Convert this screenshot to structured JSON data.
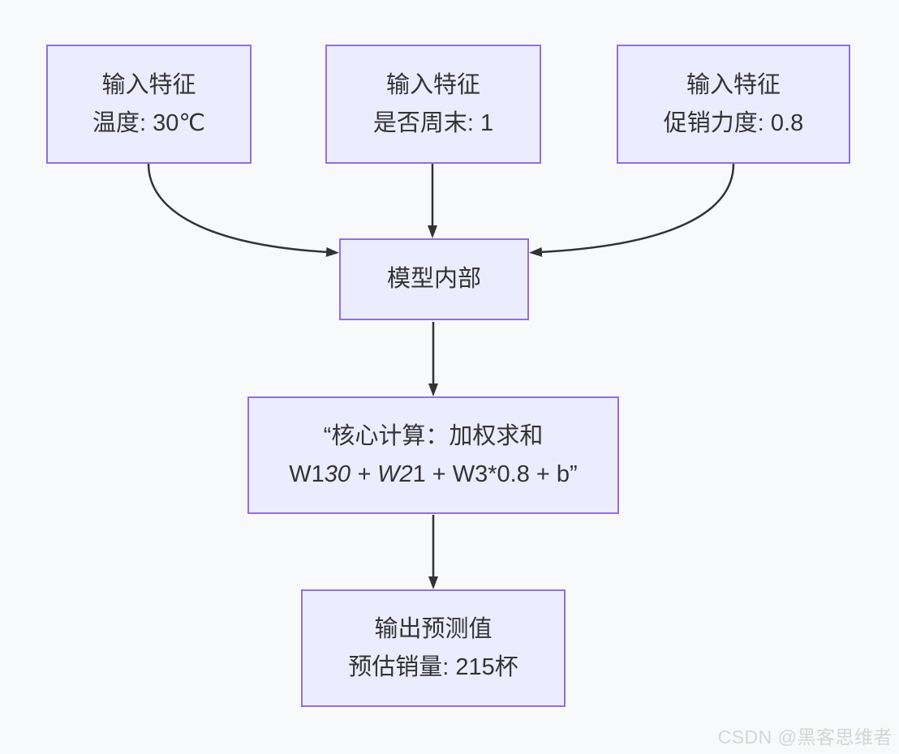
{
  "colors": {
    "background": "#f8f9fb",
    "node_fill": "#ececff",
    "node_border": "#9370db",
    "edge_color": "#333333",
    "text_color": "#333333",
    "watermark_color": "#d6d6d1"
  },
  "diagram": {
    "nodes": {
      "input1": {
        "lines": [
          "输入特征",
          "温度: 30℃"
        ]
      },
      "input2": {
        "lines": [
          "输入特征",
          "是否周末: 1"
        ]
      },
      "input3": {
        "lines": [
          "输入特征",
          "促销力度: 0.8"
        ]
      },
      "model": {
        "lines": [
          "模型内部"
        ]
      },
      "core": {
        "line1": "“核心计算：加权求和",
        "formula_pre": "W1",
        "formula_italic": "30 + W2",
        "formula_post": "1 + W3*0.8 + b”"
      },
      "output": {
        "lines": [
          "输出预测值",
          "预估销量: 215杯"
        ]
      }
    },
    "edges": [
      "input1->model",
      "input2->model",
      "input3->model",
      "model->core",
      "core->output"
    ]
  },
  "watermark": "CSDN @黑客思维者"
}
